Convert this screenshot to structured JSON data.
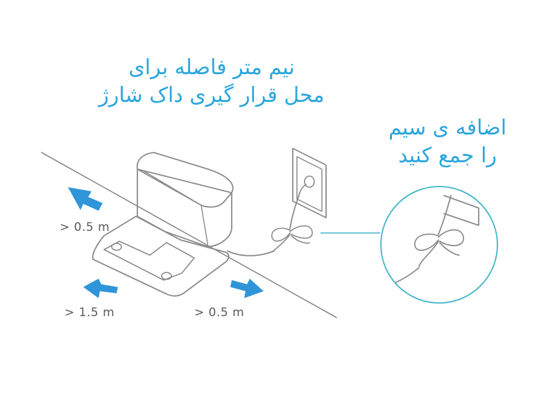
{
  "annotations": {
    "dock_distance_title": {
      "line1": "نیم متر فاصله برای",
      "line2": "محل قرار گیری داک شارژ"
    },
    "cable_tip": {
      "line1": "اضافه ی سیم",
      "line2": "را جمع کنید"
    }
  },
  "clearances": {
    "back_left": "> 0.5 m",
    "front_left": "> 1.5 m",
    "right": "> 0.5 m"
  },
  "colors": {
    "accent_text": "#2aa6dc",
    "arrow": "#2f95d8",
    "line": "#8a8a8a",
    "callout": "#41b6c8"
  },
  "icons": [
    "arrow-icon",
    "wall-outlet-icon",
    "charging-dock-icon"
  ]
}
